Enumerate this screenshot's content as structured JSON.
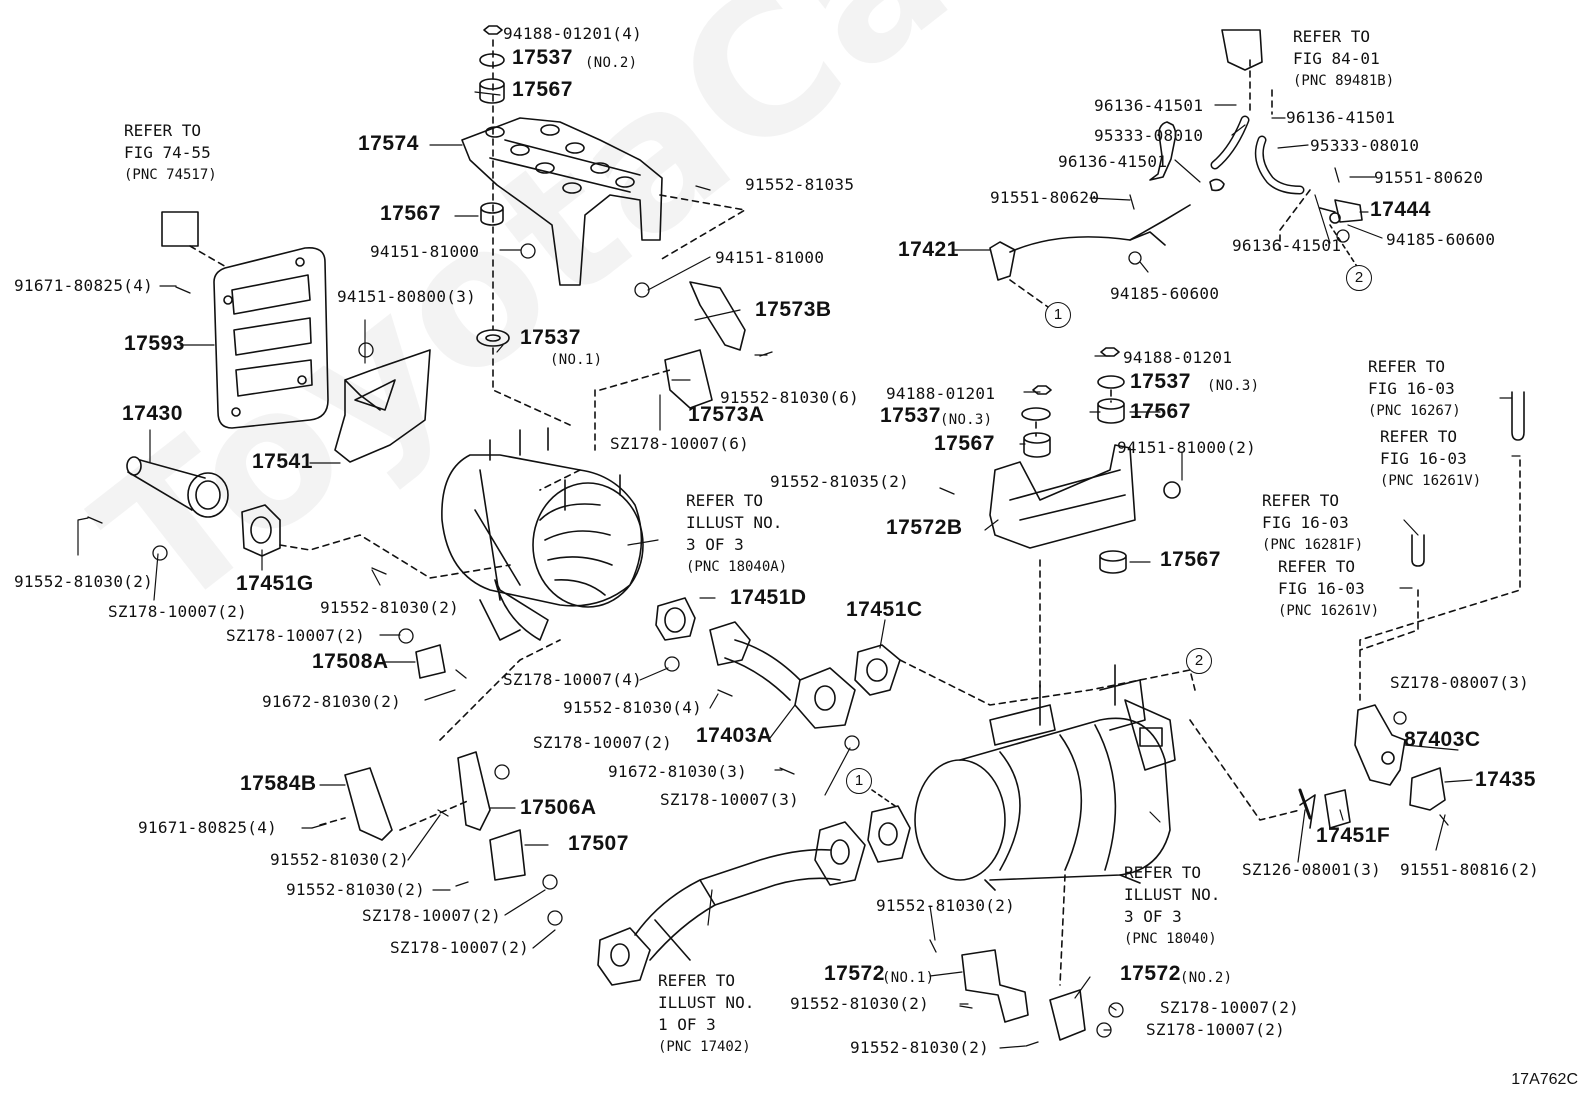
{
  "watermark": "ToyotaCatalog.ru",
  "figure_id": "17A762C",
  "callouts": [
    "1",
    "2"
  ],
  "parts": {
    "p94188_01201_4": "94188-01201(4)",
    "p17537_no2": "17537",
    "p17537_no2_q": "(NO.2)",
    "p17567_top": "17567",
    "p17574": "17574",
    "p17567_b": "17567",
    "p91552_81035": "91552-81035",
    "p94151_81000_a": "94151-81000",
    "p94151_81000_b": "94151-81000",
    "p94151_80800_3": "94151-80800(3)",
    "p17573b": "17573B",
    "p17537_no1": "17537",
    "p17537_no1_q": "(NO.1)",
    "p91552_81030_6": "91552-81030(6)",
    "p17573a": "17573A",
    "psz178_10007_6": "SZ178-10007(6)",
    "p91671_80825_4a": "91671-80825(4)",
    "p17593": "17593",
    "p17430": "17430",
    "p17541": "17541",
    "p91552_81030_2a": "91552-81030(2)",
    "psz178_10007_2a": "SZ178-10007(2)",
    "p17451g": "17451G",
    "p91552_81030_2b": "91552-81030(2)",
    "psz178_10007_2b": "SZ178-10007(2)",
    "p17508a": "17508A",
    "p91672_81030_2": "91672-81030(2)",
    "p17451d": "17451D",
    "psz178_10007_4": "SZ178-10007(4)",
    "p91552_81030_4": "91552-81030(4)",
    "p17451c": "17451C",
    "p17403a": "17403A",
    "psz178_10007_2c": "SZ178-10007(2)",
    "p91672_81030_3": "91672-81030(3)",
    "psz178_10007_3": "SZ178-10007(3)",
    "p17584b": "17584B",
    "p17506a": "17506A",
    "p91671_80825_4b": "91671-80825(4)",
    "p91552_81030_2c": "91552-81030(2)",
    "p17507": "17507",
    "p91552_81030_2d": "91552-81030(2)",
    "psz178_10007_2d": "SZ178-10007(2)",
    "psz178_10007_2e": "SZ178-10007(2)",
    "p96136_41501_a": "96136-41501",
    "p96136_41501_b": "96136-41501",
    "p95333_08010_a": "95333-08010",
    "p95333_08010_b": "95333-08010",
    "p96136_41501_c": "96136-41501",
    "p91551_80620_a": "91551-80620",
    "p91551_80620_b": "91551-80620",
    "p17444": "17444",
    "p17421": "17421",
    "p96136_41501_d": "96136-41501",
    "p94185_60600_a": "94185-60600",
    "p94185_60600_b": "94185-60600",
    "p94188_01201": "94188-01201",
    "p17537_no3a": "17537",
    "p17537_no3a_q": "(NO.3)",
    "p94188_01201_b": "94188-01201",
    "p17567_c": "17567",
    "p17537_no3b": "17537",
    "p17537_no3b_q": "(NO.3)",
    "p94151_81000_2": "94151-81000(2)",
    "p17567_d": "17567",
    "p91552_81035_2": "91552-81035(2)",
    "p17572b": "17572B",
    "p17567_e": "17567",
    "psz178_08007_3": "SZ178-08007(3)",
    "p87403c": "87403C",
    "p17435": "17435",
    "p17451f": "17451F",
    "psz126_08001_3": "SZ126-08001(3)",
    "p91551_80816_2": "91551-80816(2)",
    "p91552_81030_2e": "91552-81030(2)",
    "p17572_no1": "17572",
    "p17572_no1_q": "(NO.1)",
    "p91552_81030_2f": "91552-81030(2)",
    "p17572_no2": "17572",
    "p17572_no2_q": "(NO.2)",
    "psz178_10007_2f": "SZ178-10007(2)",
    "psz178_10007_2g": "SZ178-10007(2)",
    "p91552_81030_2g": "91552-81030(2)"
  },
  "notes": {
    "fig7455": [
      "REFER TO",
      "FIG 74-55",
      "(PNC 74517)"
    ],
    "fig8401": [
      "REFER TO",
      "FIG 84-01",
      "(PNC 89481B)"
    ],
    "illust3_18040a": [
      "REFER TO",
      "ILLUST NO.",
      "3 OF 3",
      "(PNC 18040A)"
    ],
    "fig1603_16267": [
      "REFER TO",
      "FIG 16-03",
      "(PNC 16267)"
    ],
    "fig1603_16261v_a": [
      "REFER TO",
      "FIG 16-03",
      "(PNC 16261V)"
    ],
    "fig1603_16281f": [
      "REFER TO",
      "FIG 16-03",
      "(PNC 16281F)"
    ],
    "fig1603_16261v_b": [
      "REFER TO",
      "FIG 16-03",
      "(PNC 16261V)"
    ],
    "illust3_18040": [
      "REFER TO",
      "ILLUST NO.",
      "3 OF 3",
      "(PNC 18040)"
    ],
    "illust1_17402": [
      "REFER TO",
      "ILLUST NO.",
      "1 OF 3",
      "(PNC 17402)"
    ]
  }
}
